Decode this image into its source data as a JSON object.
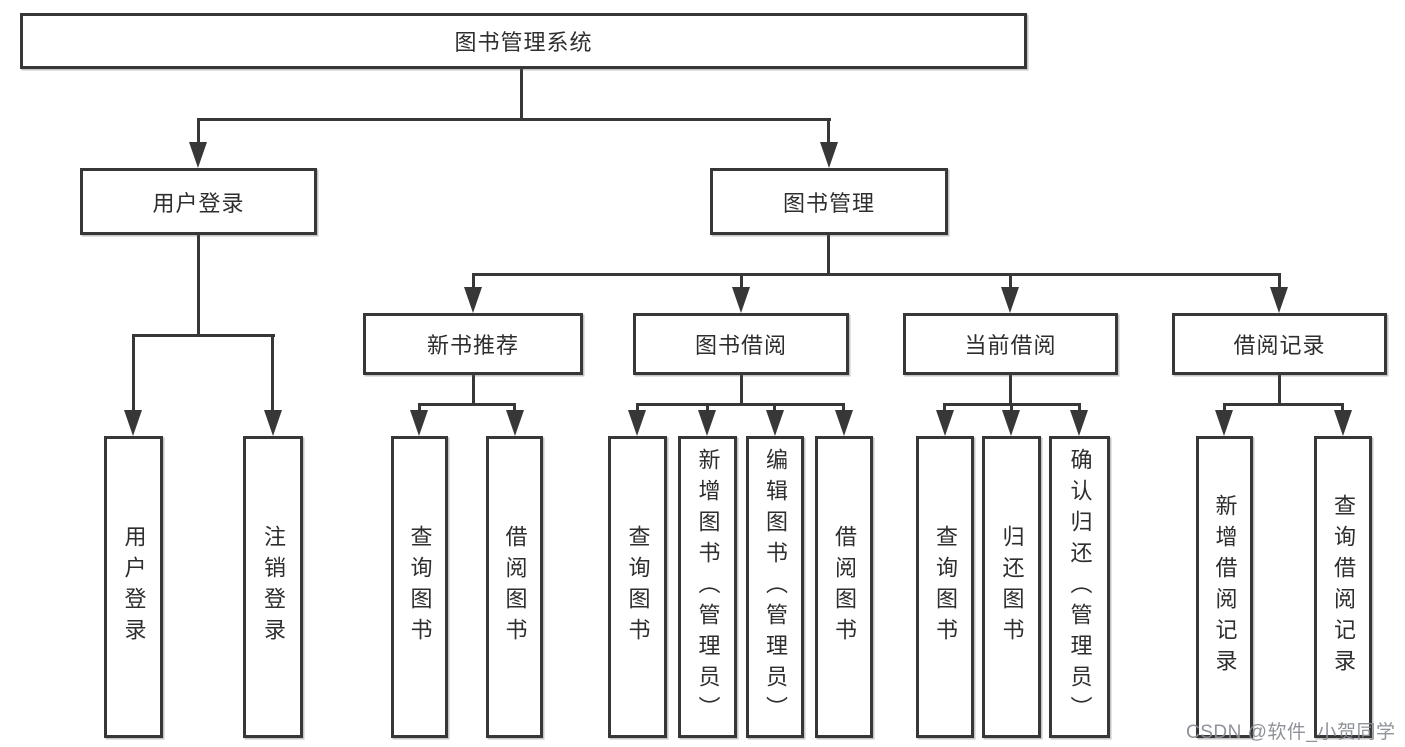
{
  "diagram": {
    "title": "图书管理系统",
    "branches": [
      {
        "label": "用户登录",
        "children": [
          {
            "label": "用户登录"
          },
          {
            "label": "注销登录"
          }
        ]
      },
      {
        "label": "图书管理",
        "children": [
          {
            "label": "新书推荐",
            "children": [
              {
                "label": "查询图书"
              },
              {
                "label": "借阅图书"
              }
            ]
          },
          {
            "label": "图书借阅",
            "children": [
              {
                "label": "查询图书"
              },
              {
                "label": "新增图书（管理员）"
              },
              {
                "label": "编辑图书（管理员）"
              },
              {
                "label": "借阅图书"
              }
            ]
          },
          {
            "label": "当前借阅",
            "children": [
              {
                "label": "查询图书"
              },
              {
                "label": "归还图书"
              },
              {
                "label": "确认归还（管理员）"
              }
            ]
          },
          {
            "label": "借阅记录",
            "children": [
              {
                "label": "新增借阅记录"
              },
              {
                "label": "查询借阅记录"
              }
            ]
          }
        ]
      }
    ]
  },
  "watermark": {
    "text": "CSDN @软件_小贺同学"
  },
  "colors": {
    "line": "#373737",
    "box_border": "#373737",
    "background": "#ffffff",
    "watermark": "#898d94"
  }
}
